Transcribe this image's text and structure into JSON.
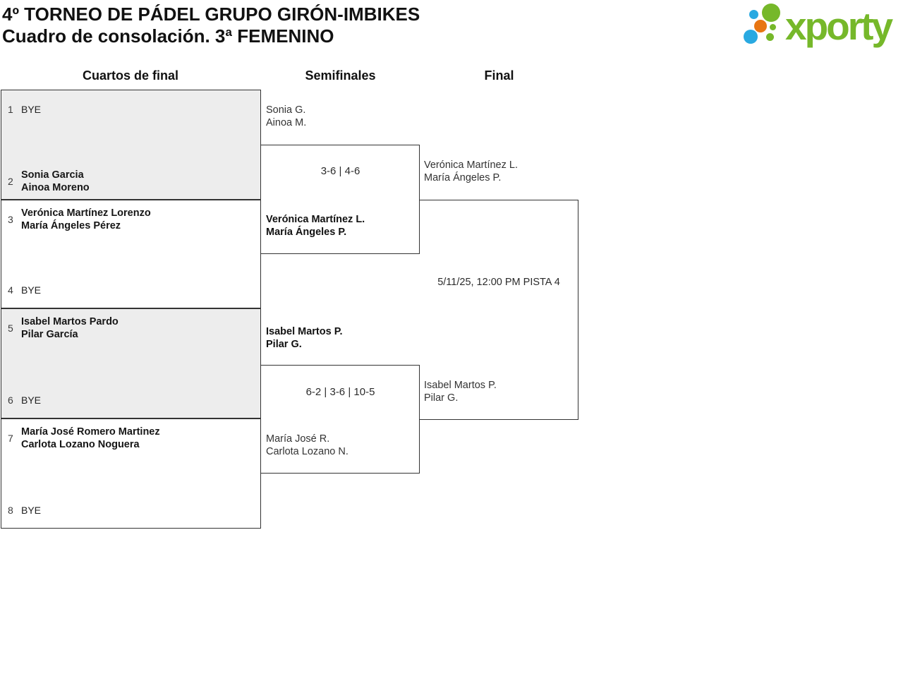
{
  "header": {
    "title": "4º TORNEO DE PÁDEL GRUPO GIRÓN-IMBIKES",
    "subtitle": "Cuadro de consolación. 3ª FEMENINO"
  },
  "logo": {
    "brand": "xporty",
    "colors": {
      "green": "#76b82a",
      "blue": "#29a9e1",
      "orange": "#e87613"
    }
  },
  "rounds": [
    "Cuartos de final",
    "Semifinales",
    "Final"
  ],
  "quarterfinals": {
    "slots": [
      {
        "seed": "1",
        "name1": "BYE",
        "name2": ""
      },
      {
        "seed": "2",
        "name1": "Sonia Garcia",
        "name2": "Ainoa Moreno"
      },
      {
        "seed": "3",
        "name1": "Verónica Martínez Lorenzo",
        "name2": "María Ángeles Pérez"
      },
      {
        "seed": "4",
        "name1": "BYE",
        "name2": ""
      },
      {
        "seed": "5",
        "name1": "Isabel Martos Pardo",
        "name2": "Pilar García"
      },
      {
        "seed": "6",
        "name1": "BYE",
        "name2": ""
      },
      {
        "seed": "7",
        "name1": "María José Romero Martinez",
        "name2": "Carlota Lozano Noguera"
      },
      {
        "seed": "8",
        "name1": "BYE",
        "name2": ""
      }
    ]
  },
  "semifinals": [
    {
      "score": "3-6 | 4-6",
      "top": {
        "name1": "Sonia G.",
        "name2": "Ainoa M.",
        "winner": false
      },
      "bottom": {
        "name1": "Verónica Martínez L.",
        "name2": "María Ángeles P.",
        "winner": true
      }
    },
    {
      "score": "6-2 | 3-6 | 10-5",
      "top": {
        "name1": "Isabel Martos P.",
        "name2": "Pilar G.",
        "winner": true
      },
      "bottom": {
        "name1": "María José R.",
        "name2": "Carlota Lozano N.",
        "winner": false
      }
    }
  ],
  "final": {
    "schedule": "5/11/25, 12:00 PM PISTA 4",
    "top": {
      "name1": "Verónica Martínez L.",
      "name2": "María Ángeles P."
    },
    "bottom": {
      "name1": "Isabel Martos P.",
      "name2": "Pilar G."
    }
  },
  "colors": {
    "box_fill": "#ededed",
    "border": "#333333",
    "text": "#1d1d1d"
  }
}
